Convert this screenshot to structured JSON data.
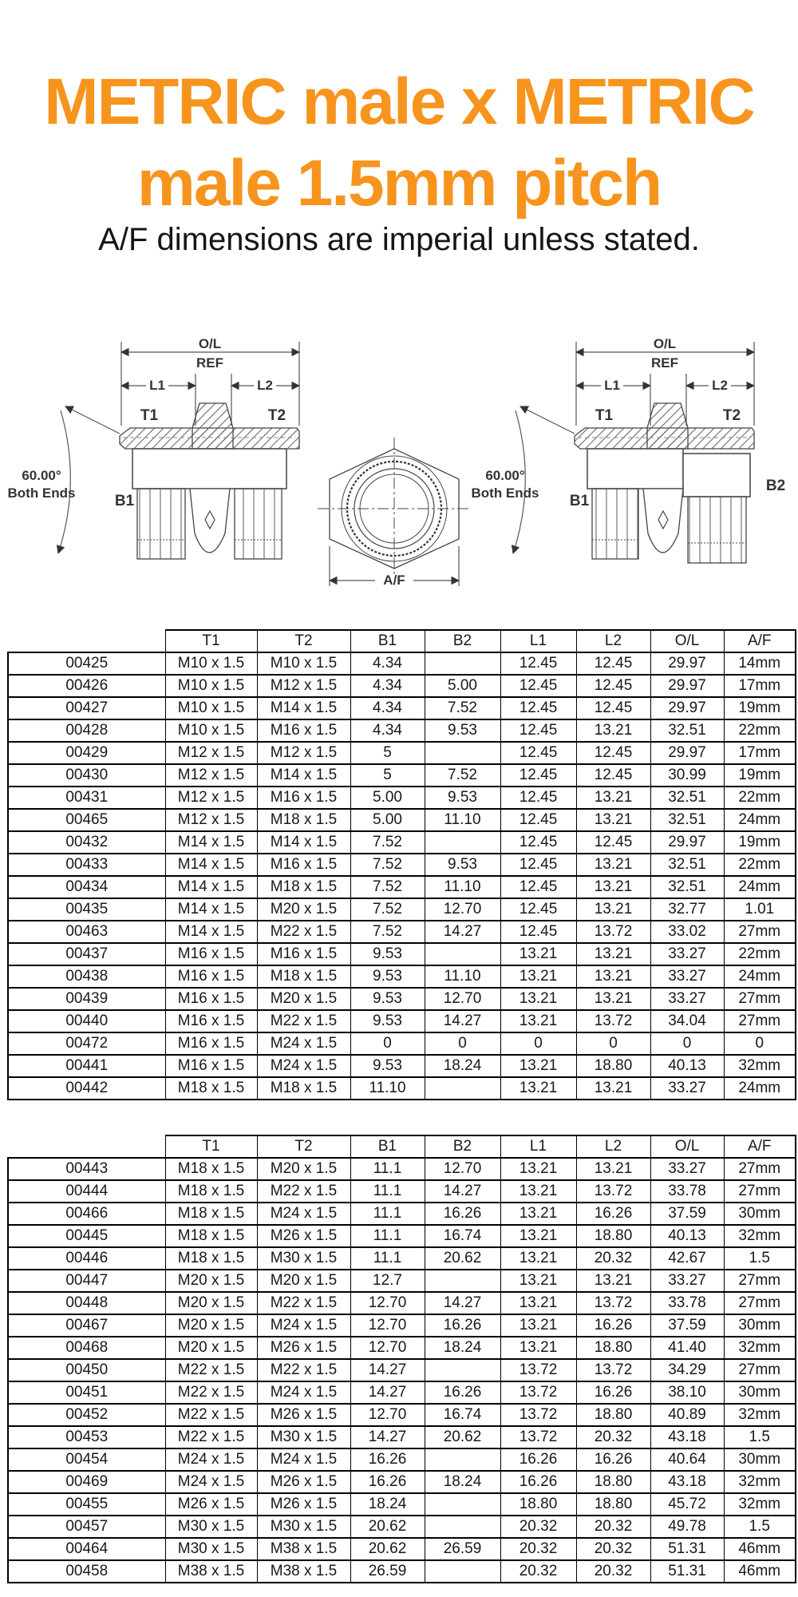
{
  "page": {
    "title_line1": "METRIC male x METRIC",
    "title_line2": "male 1.5mm pitch",
    "subtitle": "A/F dimensions are imperial unless stated.",
    "title_color": "#F7941E"
  },
  "diagram": {
    "labels": {
      "ol": "O/L",
      "ref": "REF",
      "l1": "L1",
      "l2": "L2",
      "t1": "T1",
      "t2": "T2",
      "b1": "B1",
      "b2": "B2",
      "angle": "60.00°",
      "both_ends": "Both Ends",
      "af": "A/F"
    }
  },
  "tables": [
    {
      "headers": [
        "",
        "T1",
        "T2",
        "B1",
        "B2",
        "L1",
        "L2",
        "O/L",
        "A/F"
      ],
      "rows": [
        [
          "00425",
          "M10 x 1.5",
          "M10 x 1.5",
          "4.34",
          "",
          "12.45",
          "12.45",
          "29.97",
          "14mm"
        ],
        [
          "00426",
          "M10 x 1.5",
          "M12 x 1.5",
          "4.34",
          "5.00",
          "12.45",
          "12.45",
          "29.97",
          "17mm"
        ],
        [
          "00427",
          "M10 x 1.5",
          "M14 x 1.5",
          "4.34",
          "7.52",
          "12.45",
          "12.45",
          "29.97",
          "19mm"
        ],
        [
          "00428",
          "M10 x 1.5",
          "M16 x 1.5",
          "4.34",
          "9.53",
          "12.45",
          "13.21",
          "32.51",
          "22mm"
        ],
        [
          "00429",
          "M12 x 1.5",
          "M12 x 1.5",
          "5",
          "",
          "12.45",
          "12.45",
          "29.97",
          "17mm"
        ],
        [
          "00430",
          "M12 x 1.5",
          "M14 x 1.5",
          "5",
          "7.52",
          "12.45",
          "12.45",
          "30.99",
          "19mm"
        ],
        [
          "00431",
          "M12 x 1.5",
          "M16 x 1.5",
          "5.00",
          "9.53",
          "12.45",
          "13.21",
          "32.51",
          "22mm"
        ],
        [
          "00465",
          "M12 x 1.5",
          "M18 x 1.5",
          "5.00",
          "11.10",
          "12.45",
          "13.21",
          "32.51",
          "24mm"
        ],
        [
          "00432",
          "M14 x 1.5",
          "M14 x 1.5",
          "7.52",
          "",
          "12.45",
          "12.45",
          "29.97",
          "19mm"
        ],
        [
          "00433",
          "M14 x 1.5",
          "M16 x 1.5",
          "7.52",
          "9.53",
          "12.45",
          "13.21",
          "32.51",
          "22mm"
        ],
        [
          "00434",
          "M14 x 1.5",
          "M18 x 1.5",
          "7.52",
          "11.10",
          "12.45",
          "13.21",
          "32.51",
          "24mm"
        ],
        [
          "00435",
          "M14 x 1.5",
          "M20 x 1.5",
          "7.52",
          "12.70",
          "12.45",
          "13.21",
          "32.77",
          "1.01"
        ],
        [
          "00463",
          "M14 x 1.5",
          "M22 x 1.5",
          "7.52",
          "14.27",
          "12.45",
          "13.72",
          "33.02",
          "27mm"
        ],
        [
          "00437",
          "M16 x 1.5",
          "M16 x 1.5",
          "9.53",
          "",
          "13.21",
          "13.21",
          "33.27",
          "22mm"
        ],
        [
          "00438",
          "M16 x 1.5",
          "M18 x 1.5",
          "9.53",
          "11.10",
          "13.21",
          "13.21",
          "33.27",
          "24mm"
        ],
        [
          "00439",
          "M16 x 1.5",
          "M20 x 1.5",
          "9.53",
          "12.70",
          "13.21",
          "13.21",
          "33.27",
          "27mm"
        ],
        [
          "00440",
          "M16 x 1.5",
          "M22 x 1.5",
          "9.53",
          "14.27",
          "13.21",
          "13.72",
          "34.04",
          "27mm"
        ],
        [
          "00472",
          "M16 x 1.5",
          "M24 x 1.5",
          "0",
          "0",
          "0",
          "0",
          "0",
          "0"
        ],
        [
          "00441",
          "M16 x 1.5",
          "M24 x 1.5",
          "9.53",
          "18.24",
          "13.21",
          "18.80",
          "40.13",
          "32mm"
        ],
        [
          "00442",
          "M18 x 1.5",
          "M18 x 1.5",
          "11.10",
          "",
          "13.21",
          "13.21",
          "33.27",
          "24mm"
        ]
      ]
    },
    {
      "headers": [
        "",
        "T1",
        "T2",
        "B1",
        "B2",
        "L1",
        "L2",
        "O/L",
        "A/F"
      ],
      "rows": [
        [
          "00443",
          "M18 x 1.5",
          "M20 x 1.5",
          "11.1",
          "12.70",
          "13.21",
          "13.21",
          "33.27",
          "27mm"
        ],
        [
          "00444",
          "M18 x 1.5",
          "M22 x 1.5",
          "11.1",
          "14.27",
          "13.21",
          "13.72",
          "33.78",
          "27mm"
        ],
        [
          "00466",
          "M18 x 1.5",
          "M24 x 1.5",
          "11.1",
          "16.26",
          "13.21",
          "16.26",
          "37.59",
          "30mm"
        ],
        [
          "00445",
          "M18 x 1.5",
          "M26 x 1.5",
          "11.1",
          "16.74",
          "13.21",
          "18.80",
          "40.13",
          "32mm"
        ],
        [
          "00446",
          "M18 x 1.5",
          "M30 x 1.5",
          "11.1",
          "20.62",
          "13.21",
          "20.32",
          "42.67",
          "1.5"
        ],
        [
          "00447",
          "M20 x 1.5",
          "M20 x 1.5",
          "12.7",
          "",
          "13.21",
          "13.21",
          "33.27",
          "27mm"
        ],
        [
          "00448",
          "M20 x 1.5",
          "M22 x 1.5",
          "12.70",
          "14.27",
          "13.21",
          "13.72",
          "33.78",
          "27mm"
        ],
        [
          "00467",
          "M20 x 1.5",
          "M24 x 1.5",
          "12.70",
          "16.26",
          "13.21",
          "16.26",
          "37.59",
          "30mm"
        ],
        [
          "00468",
          "M20 x 1.5",
          "M26 x 1.5",
          "12.70",
          "18.24",
          "13.21",
          "18.80",
          "41.40",
          "32mm"
        ],
        [
          "00450",
          "M22 x 1.5",
          "M22 x 1.5",
          "14.27",
          "",
          "13.72",
          "13.72",
          "34.29",
          "27mm"
        ],
        [
          "00451",
          "M22 x 1.5",
          "M24 x 1.5",
          "14.27",
          "16.26",
          "13.72",
          "16.26",
          "38.10",
          "30mm"
        ],
        [
          "00452",
          "M22 x 1.5",
          "M26 x 1.5",
          "12.70",
          "16.74",
          "13.72",
          "18.80",
          "40.89",
          "32mm"
        ],
        [
          "00453",
          "M22 x 1.5",
          "M30 x 1.5",
          "14.27",
          "20.62",
          "13.72",
          "20.32",
          "43.18",
          "1.5"
        ],
        [
          "00454",
          "M24 x 1.5",
          "M24 x 1.5",
          "16.26",
          "",
          "16.26",
          "16.26",
          "40.64",
          "30mm"
        ],
        [
          "00469",
          "M24 x 1.5",
          "M26 x 1.5",
          "16.26",
          "18.24",
          "16.26",
          "18.80",
          "43.18",
          "32mm"
        ],
        [
          "00455",
          "M26 x 1.5",
          "M26 x 1.5",
          "18.24",
          "",
          "18.80",
          "18.80",
          "45.72",
          "32mm"
        ],
        [
          "00457",
          "M30 x 1.5",
          "M30 x 1.5",
          "20.62",
          "",
          "20.32",
          "20.32",
          "49.78",
          "1.5"
        ],
        [
          "00464",
          "M30 x 1.5",
          "M38 x 1.5",
          "20.62",
          "26.59",
          "20.32",
          "20.32",
          "51.31",
          "46mm"
        ],
        [
          "00458",
          "M38 x 1.5",
          "M38 x 1.5",
          "26.59",
          "",
          "20.32",
          "20.32",
          "51.31",
          "46mm"
        ]
      ]
    }
  ]
}
